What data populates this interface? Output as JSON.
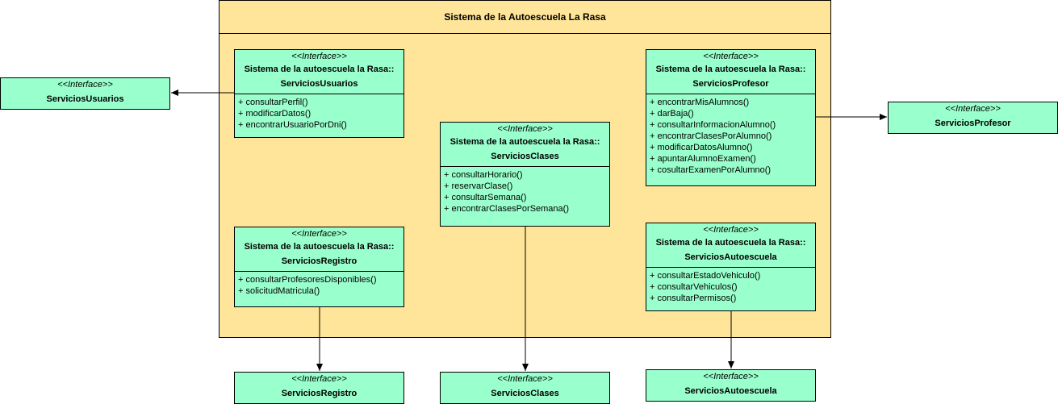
{
  "system": {
    "title": "Sistema de la Autoescuela La Rasa"
  },
  "stereotype": "<<Interface>>",
  "internal": [
    {
      "id": "usuarios",
      "prefix": "Sistema de la autoescuela la Rasa::",
      "name": "ServiciosUsuarios",
      "methods": [
        "+ consultarPerfil()",
        "+ modificarDatos()",
        "+ encontrarUsuarioPorDni()"
      ]
    },
    {
      "id": "clases",
      "prefix": "Sistema de la autoescuela la Rasa::",
      "name": "ServiciosClases",
      "methods": [
        "+ consultarHorario()",
        "+ reservarClase()",
        "+ consultarSemana()",
        "+ encontrarClasesPorSemana()"
      ]
    },
    {
      "id": "profesor",
      "prefix": "Sistema de la autoescuela la Rasa::",
      "name": "ServiciosProfesor",
      "methods": [
        "+ encontrarMisAlumnos()",
        "+ darBaja()",
        "+ consultarInformacionAlumno()",
        "+ encontrarClasesPorAlumno()",
        "+ modificarDatosAlumno()",
        "+ apuntarAlumnoExamen()",
        "+ cosultarExamenPorAlumno()"
      ]
    },
    {
      "id": "registro",
      "prefix": "Sistema de la autoescuela la Rasa::",
      "name": "ServiciosRegistro",
      "methods": [
        "+ consultarProfesoresDisponibles()",
        "+ solicitudMatricula()"
      ]
    },
    {
      "id": "autoescuela",
      "prefix": "Sistema de la autoescuela la Rasa::",
      "name": "ServiciosAutoescuela",
      "methods": [
        "+ consultarEstadoVehiculo()",
        "+ consultarVehiculos()",
        "+ consultarPermisos()"
      ]
    }
  ],
  "external": [
    {
      "id": "ext-usuarios",
      "name": "ServiciosUsuarios"
    },
    {
      "id": "ext-profesor",
      "name": "ServiciosProfesor"
    },
    {
      "id": "ext-registro",
      "name": "ServiciosRegistro"
    },
    {
      "id": "ext-clases",
      "name": "ServiciosClases"
    },
    {
      "id": "ext-autoescuela",
      "name": "ServiciosAutoescuela"
    }
  ]
}
